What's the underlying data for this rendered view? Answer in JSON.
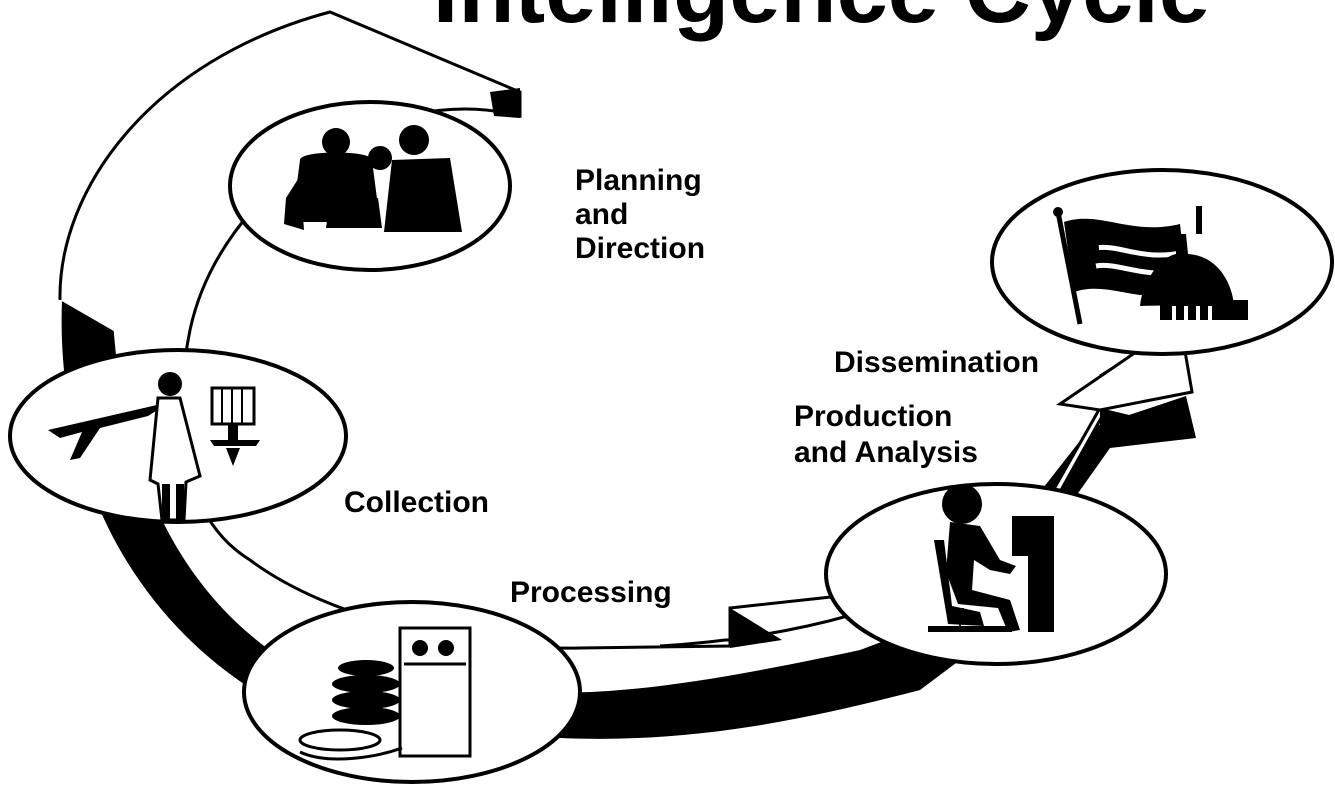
{
  "title": "Intelligence Cycle",
  "stages": {
    "planning": {
      "label_lines": [
        "Planning",
        "and",
        "Direction"
      ]
    },
    "collection": {
      "label_lines": [
        "Collection"
      ]
    },
    "processing": {
      "label_lines": [
        "Processing"
      ]
    },
    "production": {
      "label_lines": [
        "Production",
        "and Analysis"
      ]
    },
    "dissemination": {
      "label_lines": [
        "Dissemination"
      ]
    }
  },
  "icons": {
    "planning": "meeting-people-icon",
    "collection": "jet-spy-satellite-icon",
    "processing": "data-storage-computer-icon",
    "production": "analyst-at-terminal-icon",
    "dissemination": "flag-capitol-icon"
  },
  "colors": {
    "ink": "#000000",
    "paper": "#ffffff"
  }
}
